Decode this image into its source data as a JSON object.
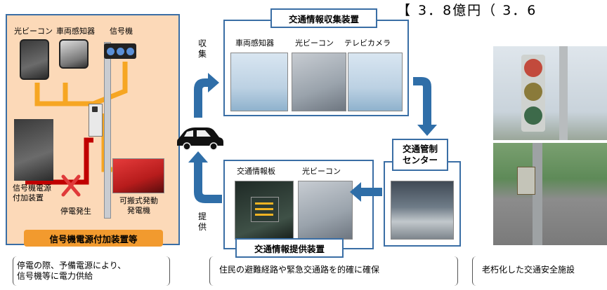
{
  "header": {
    "title_fragment": "3．8億円（ 3．6",
    "title_bracket": "【"
  },
  "left_panel": {
    "labels": {
      "light_beacon": "光ビーコン",
      "vehicle_detector": "車両感知器",
      "signal": "信号機",
      "signal_power_unit": "信号機電源\n付加装置",
      "power_outage": "停電発生",
      "portable_generator": "可搬式発動\n発電機"
    },
    "banner": "信号機電源付加装置等",
    "caption": "停電の際、予備電源により、\n信号機等に電力供給"
  },
  "collection": {
    "title": "交通情報収集装置",
    "labels": [
      "車両感知器",
      "光ビーコン",
      "テレビカメラ"
    ],
    "side_label": "収\n集"
  },
  "provision": {
    "title": "交通情報提供装置",
    "labels": [
      "交通情報板",
      "光ビーコン"
    ],
    "side_label": "提\n供"
  },
  "center": {
    "title": "交通管制\nセンター"
  },
  "middle_caption": "住民の避難経路や緊急交通路を的確に確保",
  "right_caption": "老朽化した交通安全施設",
  "colors": {
    "panel_fill": "#fcd9b8",
    "panel_border": "#3a6ea5",
    "banner": "#f29a2e",
    "orange_line": "#f6a623",
    "red_line": "#c00000",
    "arrow_blue": "#2f6ea8"
  }
}
